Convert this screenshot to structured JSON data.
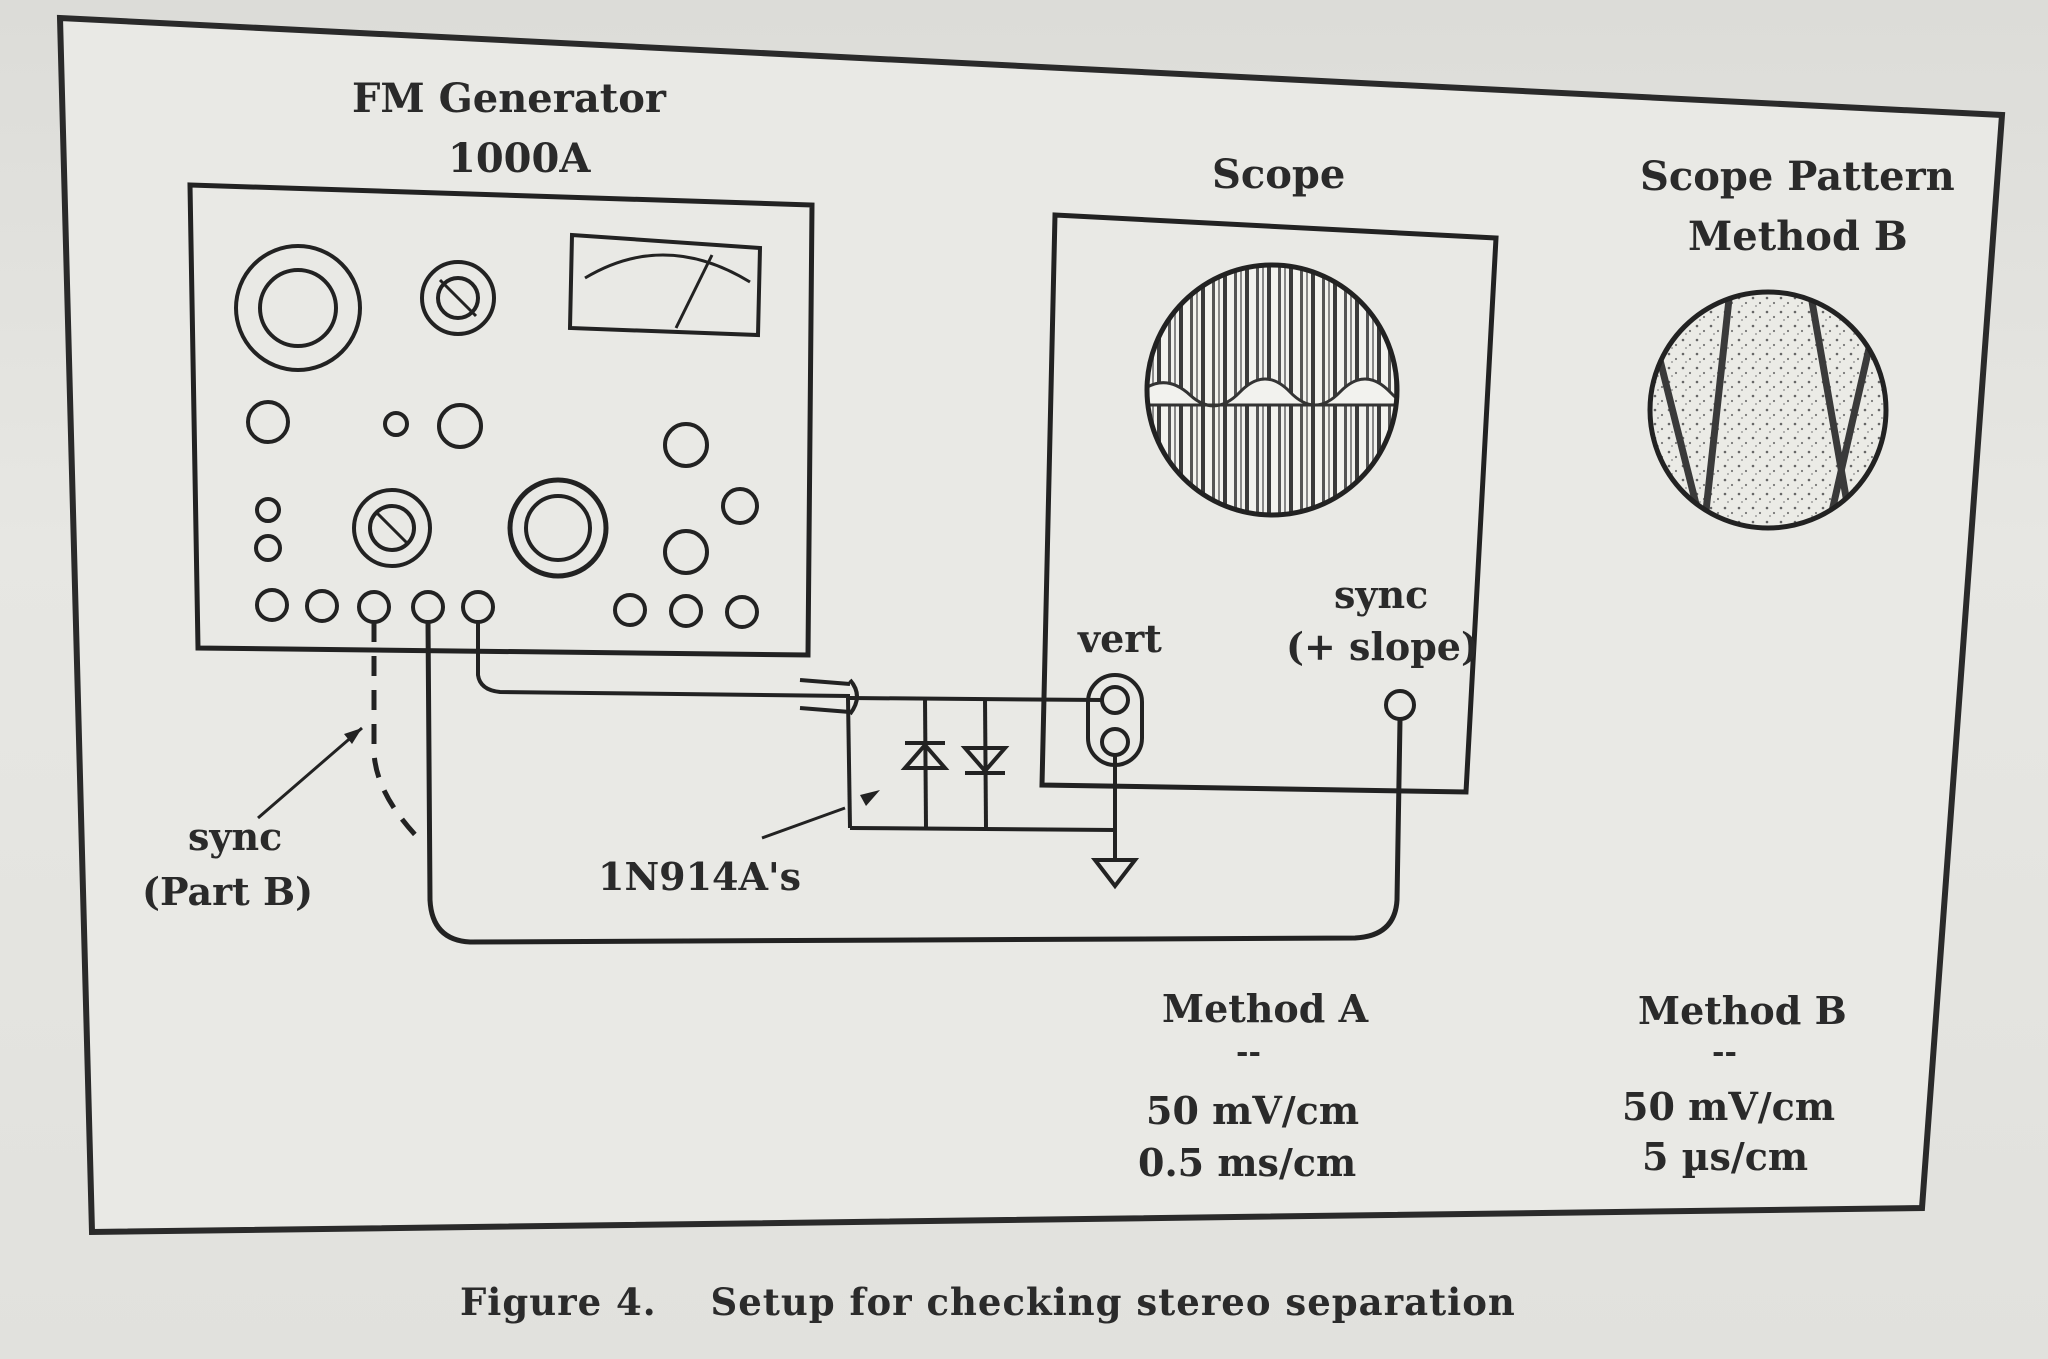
{
  "generator": {
    "title": "FM Generator",
    "model": "1000A"
  },
  "scope": {
    "title": "Scope",
    "vert_label": "vert",
    "sync_label": "sync",
    "sync_slope_label": "(+ slope)"
  },
  "scope_pattern": {
    "title": "Scope Pattern",
    "subtitle": "Method B"
  },
  "annotations": {
    "sync_part_b_line1": "sync",
    "sync_part_b_line2": "(Part B)",
    "diodes_label": "1N914A's"
  },
  "method_a": {
    "title": "Method A",
    "dash": "--",
    "vertical_scale": "50 mV/cm",
    "time_scale": "0.5 ms/cm"
  },
  "method_b": {
    "title": "Method B",
    "dash": "--",
    "vertical_scale": "50 mV/cm",
    "time_scale": "5 µs/cm"
  },
  "caption": {
    "figure_number": "Figure 4.",
    "text": "Setup for checking stereo separation"
  }
}
